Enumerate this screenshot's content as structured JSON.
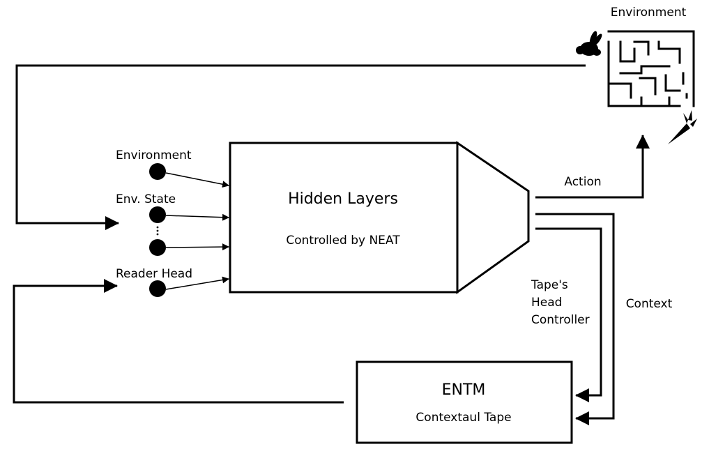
{
  "labels": {
    "environment_title": "Environment",
    "inputs": {
      "environment": "Environment",
      "env_state": "Env. State",
      "reader_head": "Reader Head"
    },
    "hidden_block": {
      "title": "Hidden Layers",
      "subtitle": "Controlled by NEAT"
    },
    "outputs": {
      "action": "Action",
      "tape_head_controller": [
        "Tape's",
        "Head",
        "Controller"
      ],
      "context": "Context"
    },
    "entm_block": {
      "title": "ENTM",
      "subtitle": "Contextaul Tape"
    }
  },
  "icons": {
    "maze": "maze-icon",
    "rabbit": "rabbit-icon",
    "carrot": "carrot-icon"
  },
  "colors": {
    "line": "#000000",
    "background": "#ffffff"
  }
}
